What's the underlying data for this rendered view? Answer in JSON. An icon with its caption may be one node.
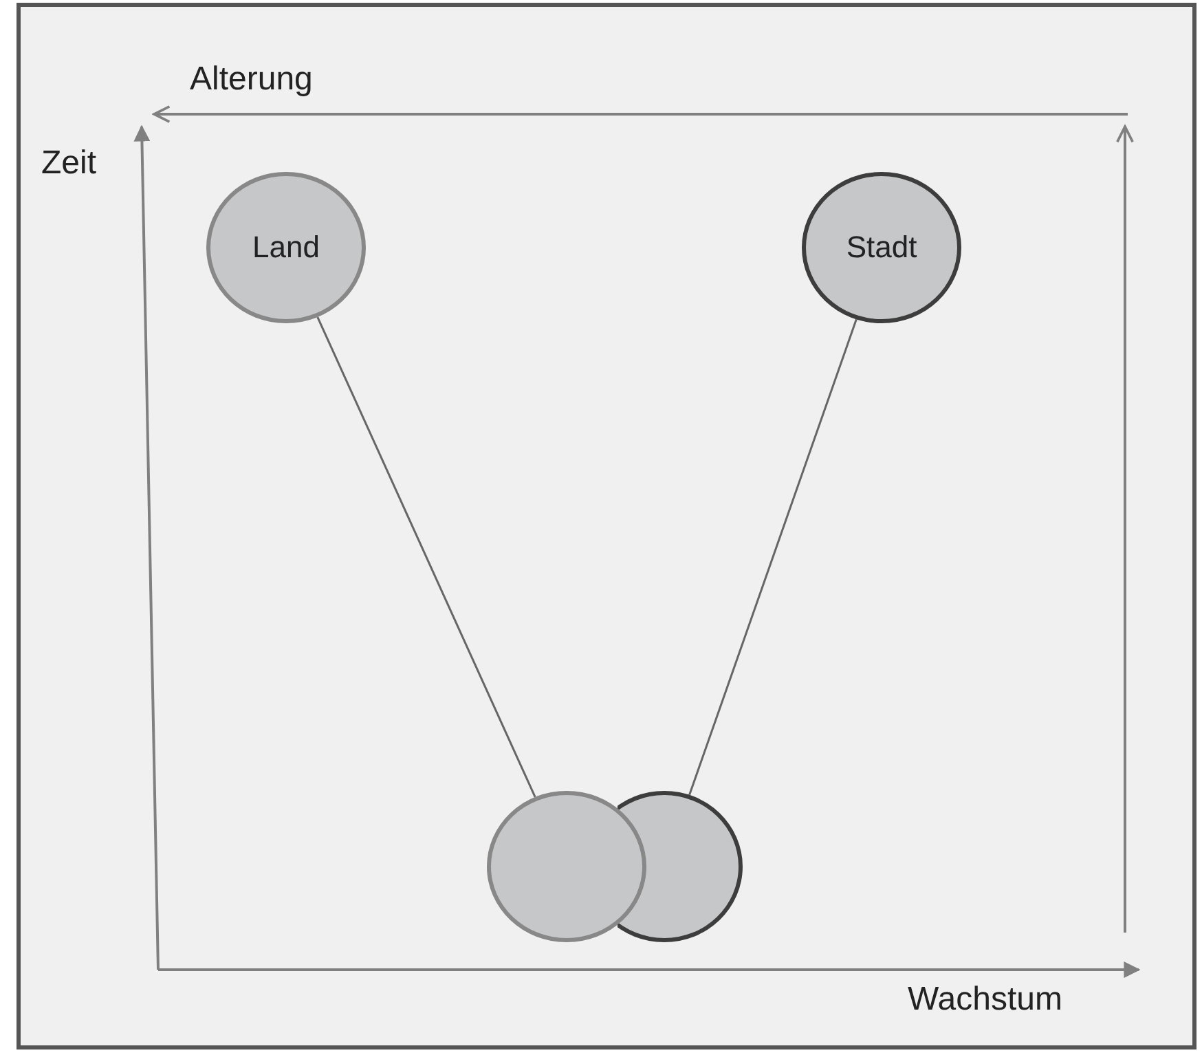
{
  "diagram": {
    "nodes": [
      {
        "text": [
          "Land"
        ]
      },
      {
        "text": [
          "Stadt"
        ]
      },
      {
        "text": [],
        "shape": "circle"
      },
      {
        "text": [],
        "shape": "circle"
      }
    ],
    "edges": [
      {
        "from": 0,
        "to": 2,
        "arrow": "none"
      },
      {
        "from": 1,
        "to": 3,
        "arrow": "none"
      }
    ],
    "labels": [
      "Alterung",
      "Zeit",
      "Wachstum"
    ]
  }
}
